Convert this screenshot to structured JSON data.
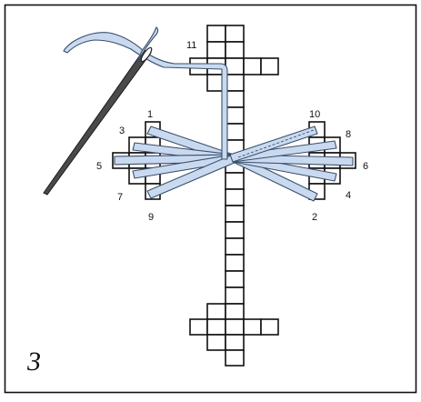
{
  "diagram": {
    "step_number": "3",
    "stitch_labels": [
      "1",
      "2",
      "3",
      "4",
      "5",
      "6",
      "7",
      "8",
      "9",
      "10",
      "11"
    ],
    "colors": {
      "frame": "#111111",
      "grid_line": "#111111",
      "grid_fill": "#ffffff",
      "thread_fill": "#c9daf0",
      "thread_edge": "#3b4f6b",
      "needle": "#2a2a2a"
    },
    "icons": {
      "needle": "needle-icon",
      "thread": "thread-strand"
    }
  }
}
